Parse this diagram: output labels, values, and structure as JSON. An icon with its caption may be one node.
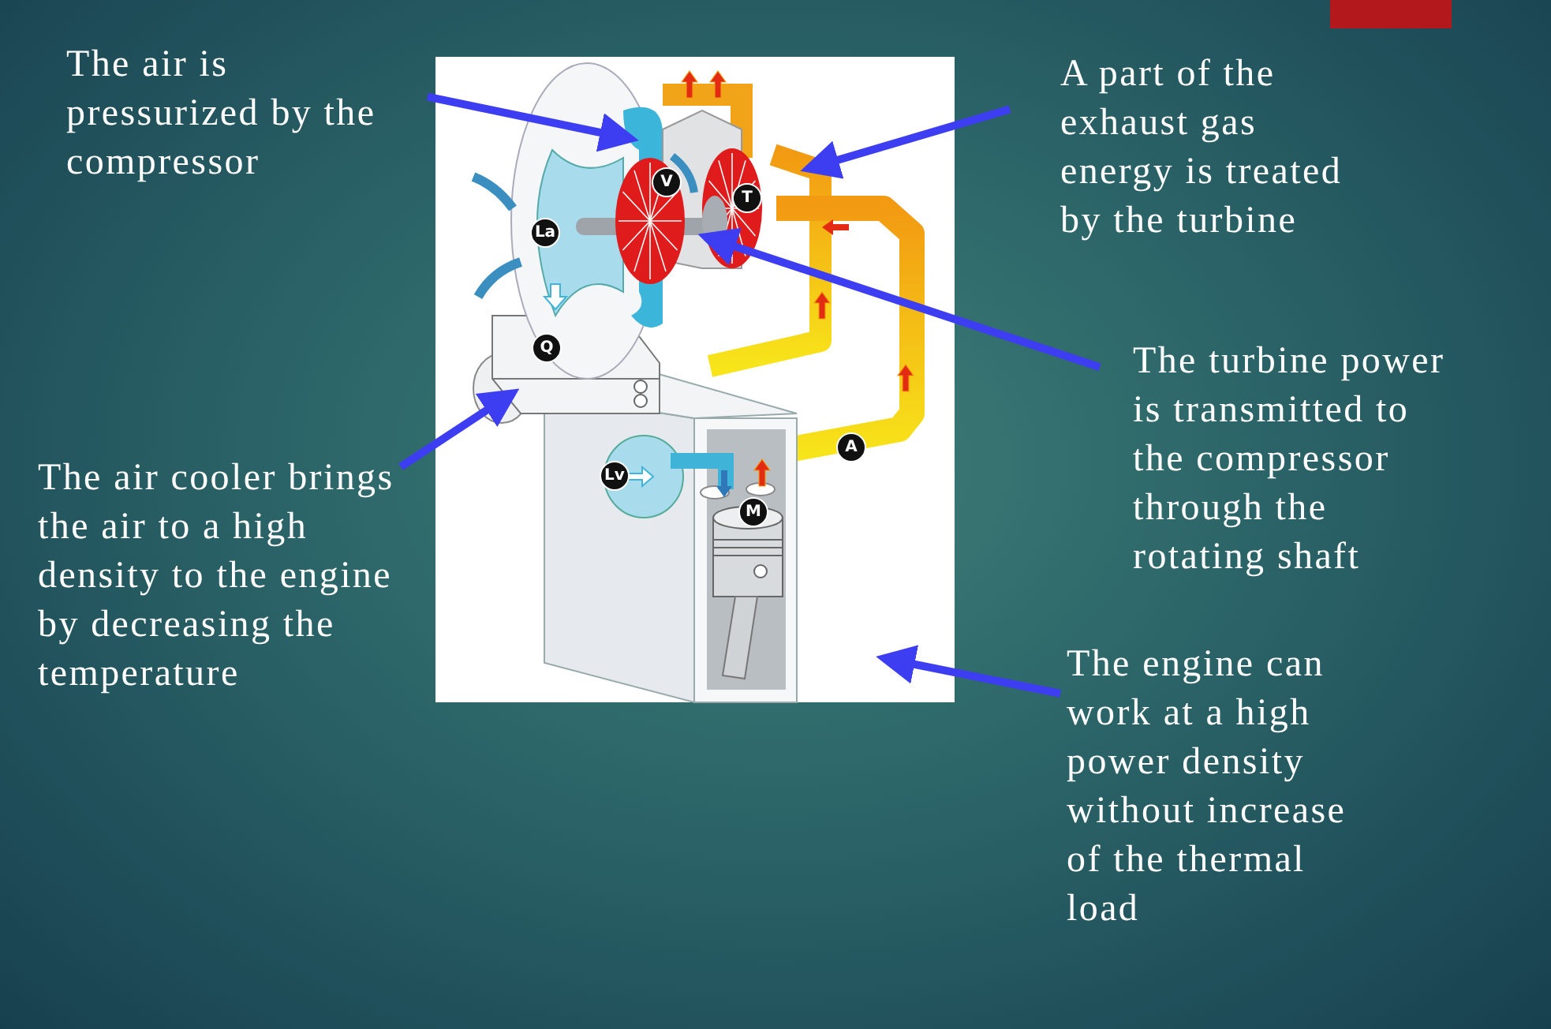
{
  "diagram": {
    "nodes": [
      {
        "text": [
          "The air is pressurized by the compressor"
        ]
      },
      {
        "text": [
          "A part of the exhaust gas energy is treated by the turbine"
        ]
      },
      {
        "text": [
          "The turbine power is transmitted to the compressor through the rotating shaft"
        ]
      },
      {
        "text": [
          "The air cooler brings the air to a high density to the engine by decreasing the temperature"
        ]
      },
      {
        "text": [
          "The engine can work at a high power density without increase of the thermal load"
        ]
      }
    ],
    "edges": [
      {
        "from": 0,
        "to": null,
        "arrow": "to"
      },
      {
        "from": 1,
        "to": null,
        "arrow": "to"
      },
      {
        "from": 2,
        "to": null,
        "arrow": "to"
      },
      {
        "from": 3,
        "to": null,
        "arrow": "to"
      },
      {
        "from": 4,
        "to": null,
        "arrow": "to"
      }
    ],
    "labels": [
      "V",
      "T",
      "La",
      "Q",
      "A",
      "Lv",
      "M"
    ]
  }
}
